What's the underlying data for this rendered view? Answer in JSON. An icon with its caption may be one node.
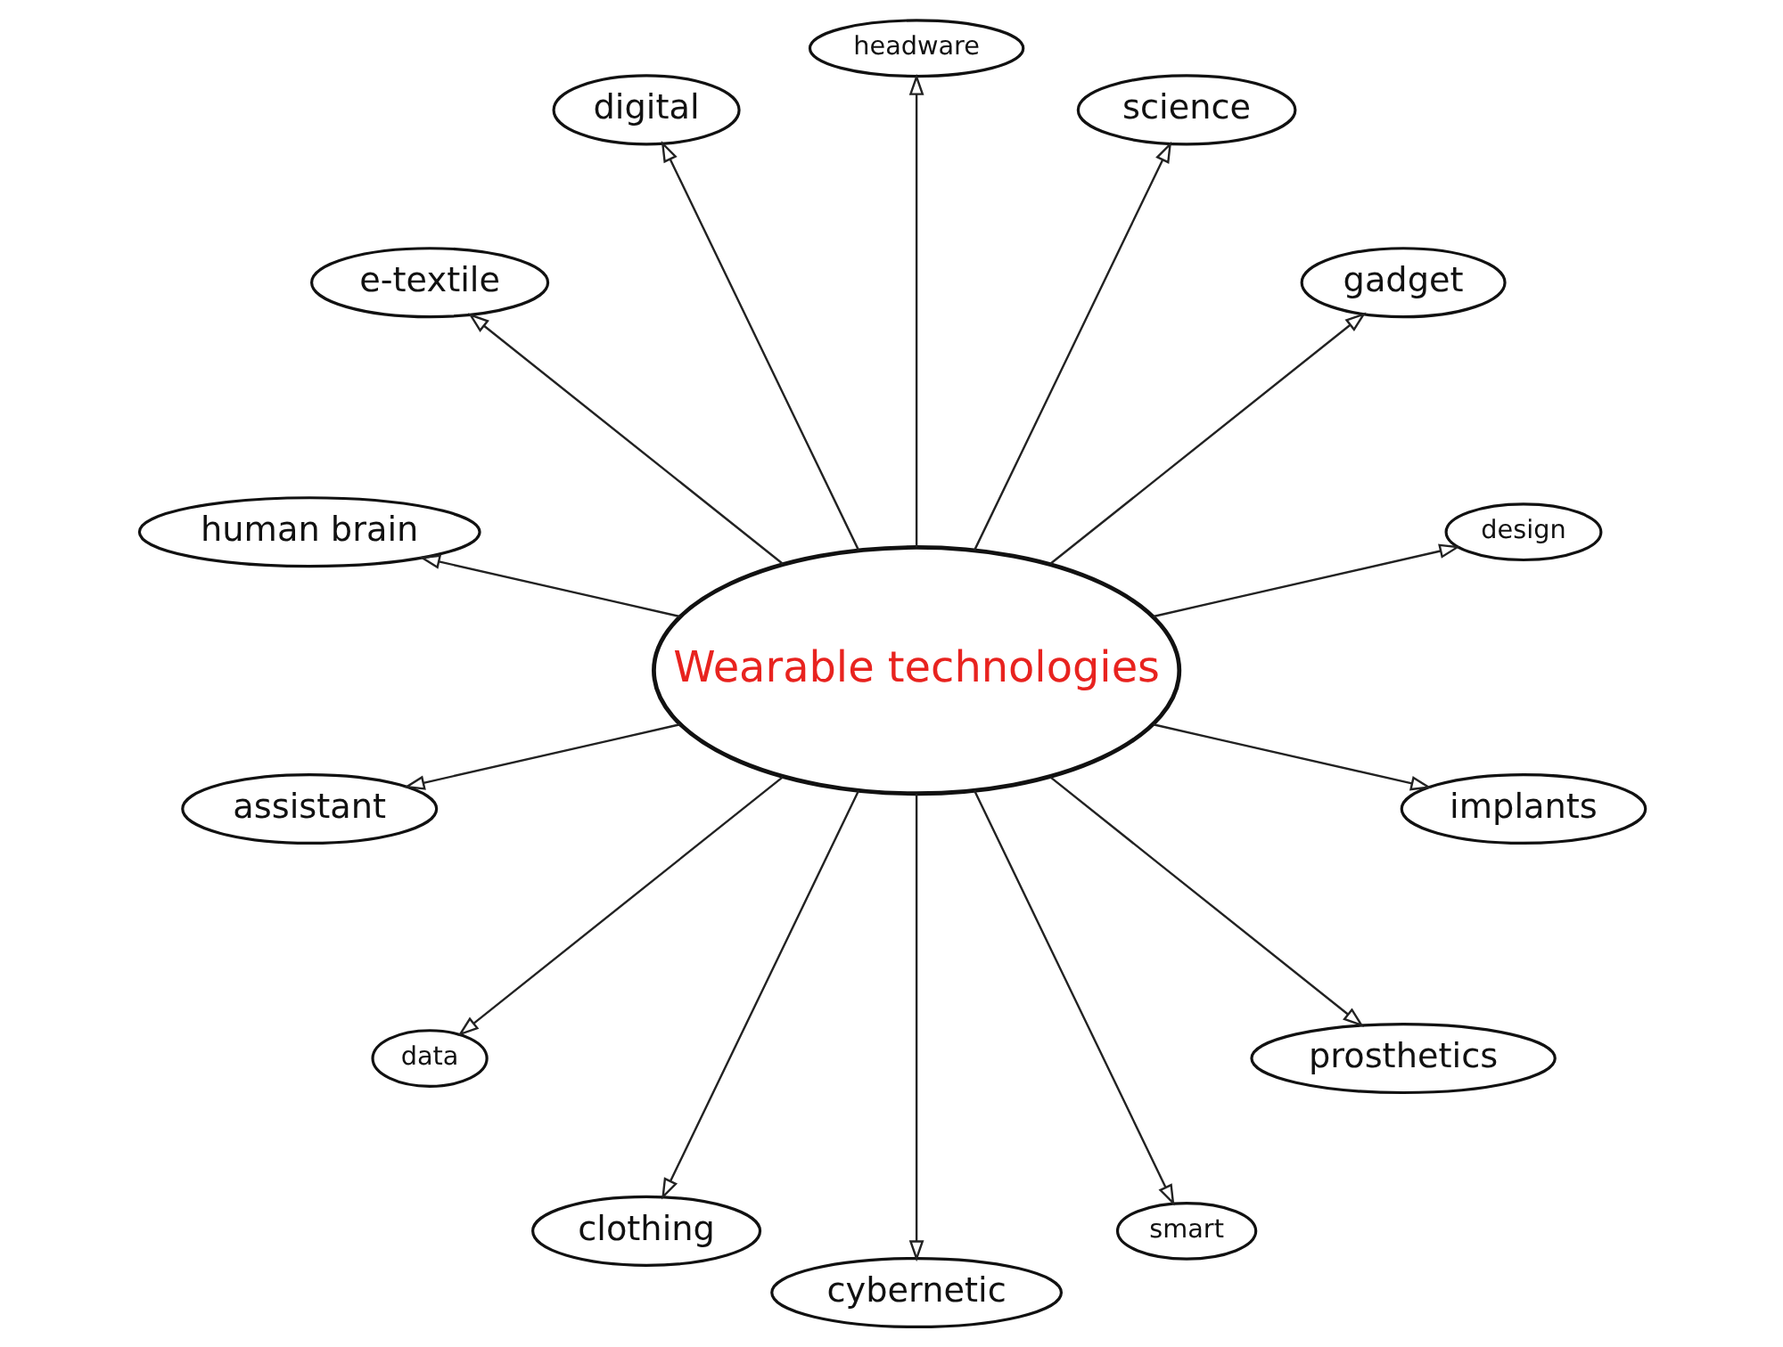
{
  "diagram": {
    "nodes": [
      {
        "text": [
          "Wearable technologies"
        ]
      },
      {
        "text": [
          "design"
        ]
      },
      {
        "text": [
          "gadget"
        ]
      },
      {
        "text": [
          "science"
        ]
      },
      {
        "text": [
          "headware"
        ]
      },
      {
        "text": [
          "digital"
        ]
      },
      {
        "text": [
          "e-textile"
        ]
      },
      {
        "text": [
          "human brain"
        ]
      },
      {
        "text": [
          "assistant"
        ]
      },
      {
        "text": [
          "data"
        ]
      },
      {
        "text": [
          "clothing"
        ]
      },
      {
        "text": [
          "cybernetic"
        ]
      },
      {
        "text": [
          "smart"
        ]
      },
      {
        "text": [
          "prosthetics"
        ]
      },
      {
        "text": [
          "implants"
        ]
      }
    ],
    "edges": [
      {
        "from": 0,
        "to": 1,
        "arrow": "to"
      },
      {
        "from": 0,
        "to": 2,
        "arrow": "to"
      },
      {
        "from": 0,
        "to": 3,
        "arrow": "to"
      },
      {
        "from": 0,
        "to": 4,
        "arrow": "to"
      },
      {
        "from": 0,
        "to": 6,
        "arrow": "to"
      },
      {
        "from": 0,
        "to": 7,
        "arrow": "to"
      },
      {
        "from": 0,
        "to": 9,
        "arrow": "to"
      },
      {
        "from": 0,
        "to": 13,
        "arrow": "to"
      },
      {
        "from": 0,
        "to": 12,
        "arrow": "to"
      },
      {
        "from": 0,
        "to": 14,
        "arrow": "to"
      },
      {
        "from": 0,
        "to": 11,
        "arrow": "to"
      },
      {
        "from": 0,
        "to": 10,
        "arrow": "to"
      },
      {
        "from": 0,
        "to": 8,
        "arrow": "to"
      },
      {
        "from": 0,
        "to": 5,
        "arrow": "to"
      }
    ]
  }
}
